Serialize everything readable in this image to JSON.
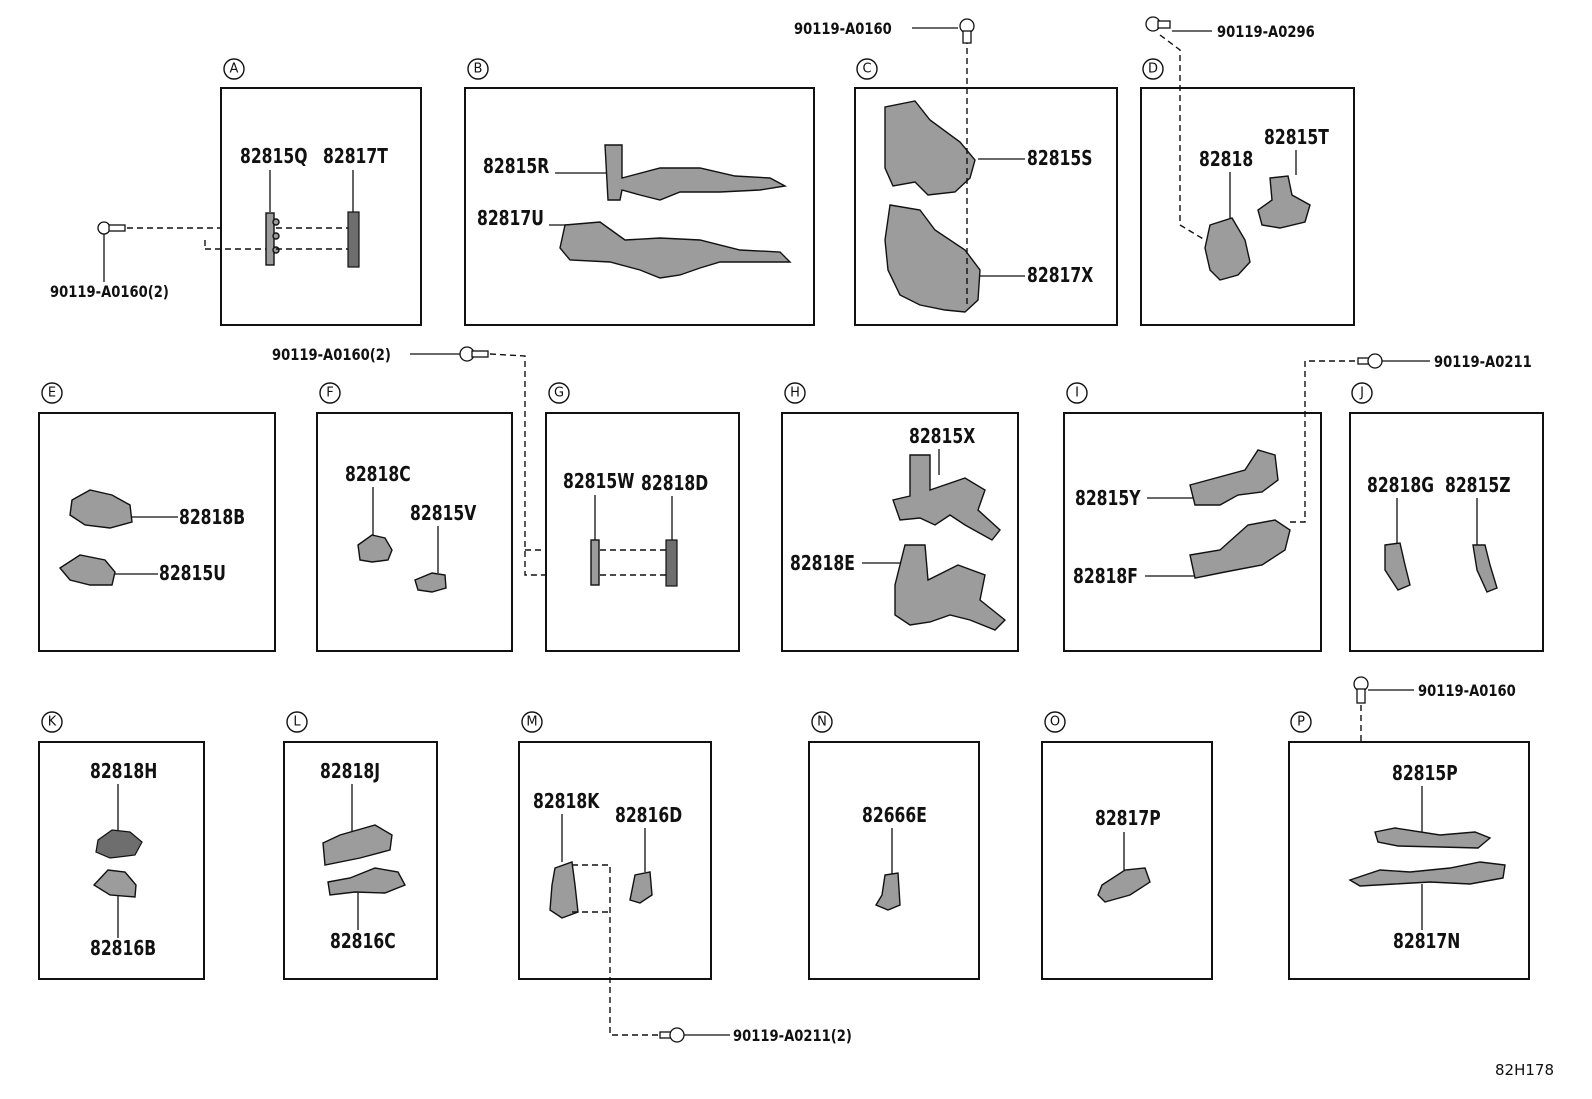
{
  "diagram_id": "82H178",
  "sections": [
    {
      "letter": "A",
      "parts": [
        "82815Q",
        "82817T"
      ]
    },
    {
      "letter": "B",
      "parts": [
        "82815R",
        "82817U"
      ]
    },
    {
      "letter": "C",
      "parts": [
        "82815S",
        "82817X"
      ]
    },
    {
      "letter": "D",
      "parts": [
        "82818",
        "82815T"
      ]
    },
    {
      "letter": "E",
      "parts": [
        "82818B",
        "82815U"
      ]
    },
    {
      "letter": "F",
      "parts": [
        "82818C",
        "82815V"
      ]
    },
    {
      "letter": "G",
      "parts": [
        "82815W",
        "82818D"
      ]
    },
    {
      "letter": "H",
      "parts": [
        "82815X",
        "82818E"
      ]
    },
    {
      "letter": "I",
      "parts": [
        "82815Y",
        "82818F"
      ]
    },
    {
      "letter": "J",
      "parts": [
        "82818G",
        "82815Z"
      ]
    },
    {
      "letter": "K",
      "parts": [
        "82818H",
        "82816B"
      ]
    },
    {
      "letter": "L",
      "parts": [
        "82818J",
        "82816C"
      ]
    },
    {
      "letter": "M",
      "parts": [
        "82818K",
        "82816D"
      ]
    },
    {
      "letter": "N",
      "parts": [
        "82666E"
      ]
    },
    {
      "letter": "O",
      "parts": [
        "82817P"
      ]
    },
    {
      "letter": "P",
      "parts": [
        "82815P",
        "82817N"
      ]
    }
  ],
  "bolts": [
    "90119-A0160(2)",
    "90119-A0160",
    "90119-A0296",
    "90119-A0160(2)",
    "90119-A0211",
    "90119-A0160",
    "90119-A0211(2)"
  ]
}
